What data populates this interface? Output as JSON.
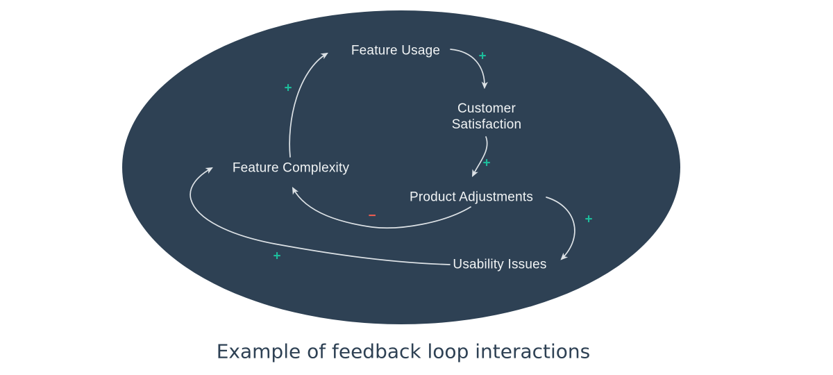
{
  "diagram": {
    "caption": "Example of feedback loop interactions",
    "colors": {
      "ellipse_fill": "#2e4154",
      "node_text": "#f1f4f5",
      "arrow": "#dde2e6",
      "positive_sign": "#1dbc9b",
      "negative_sign": "#ee5c50",
      "caption_text": "#2e4154",
      "page_background": "#ffffff"
    },
    "nodes": [
      {
        "id": "feature-usage",
        "label": "Feature Usage"
      },
      {
        "id": "customer-satisfaction",
        "label": "Customer Satisfaction"
      },
      {
        "id": "feature-complexity",
        "label": "Feature Complexity"
      },
      {
        "id": "product-adjustments",
        "label": "Product Adjustments"
      },
      {
        "id": "usability-issues",
        "label": "Usability Issues"
      }
    ],
    "edges": [
      {
        "from": "feature-complexity",
        "to": "feature-usage",
        "sign": "+"
      },
      {
        "from": "feature-usage",
        "to": "customer-satisfaction",
        "sign": "+"
      },
      {
        "from": "customer-satisfaction",
        "to": "product-adjustments",
        "sign": "+"
      },
      {
        "from": "product-adjustments",
        "to": "usability-issues",
        "sign": "+"
      },
      {
        "from": "product-adjustments",
        "to": "feature-complexity",
        "sign": "−"
      },
      {
        "from": "usability-issues",
        "to": "feature-complexity",
        "sign": "+"
      }
    ]
  }
}
